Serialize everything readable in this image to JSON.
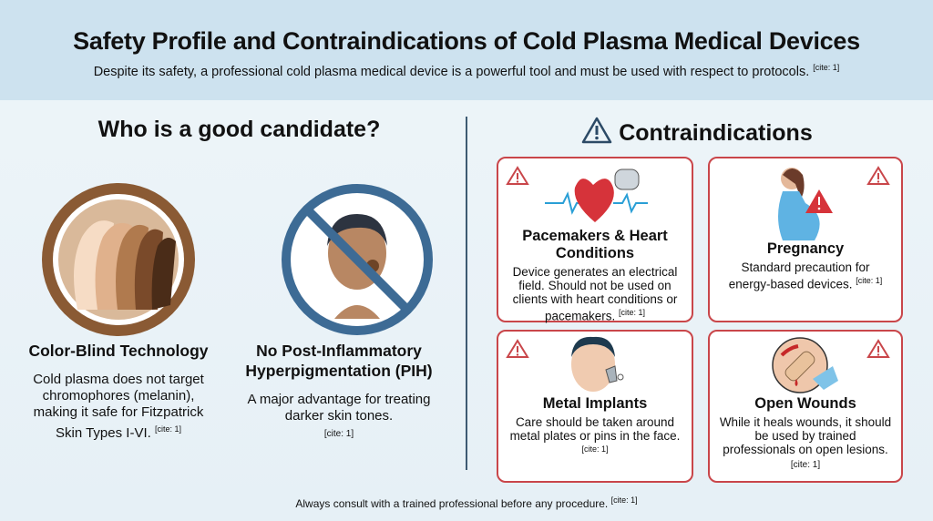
{
  "header": {
    "title": "Safety Profile and Contraindications of Cold Plasma Medical Devices",
    "subtitle": "Despite its safety, a professional cold plasma medical device is a powerful tool and must be used with respect to protocols.",
    "subtitle_cite": "[cite: 1]"
  },
  "candidates": {
    "heading": "Who is a good candidate?",
    "items": [
      {
        "title": "Color-Blind Technology",
        "text": "Cold plasma does not target chromophores (melanin), making it safe for Fitzpatrick Skin Types I-VI.",
        "cite": "[cite: 1]",
        "icon": "diverse-faces-icon"
      },
      {
        "title": "No Post-Inflammatory Hyperpigmentation (PIH)",
        "text": "A major advantage for treating darker skin tones.",
        "cite": "[cite: 1]",
        "icon": "no-pigmentation-icon"
      }
    ]
  },
  "contraindications": {
    "heading": "Contraindications",
    "icon": "warning-icon",
    "accent": "#c9464a",
    "cards": [
      {
        "title": "Pacemakers & Heart Conditions",
        "text": "Device generates an electrical field. Should not be used on clients with heart conditions or pacemakers.",
        "cite": "[cite: 1]",
        "icon": "heart-pacemaker-icon"
      },
      {
        "title": "Pregnancy",
        "text": "Standard precaution for energy-based devices.",
        "cite": "[cite: 1]",
        "icon": "pregnant-woman-icon"
      },
      {
        "title": "Metal Implants",
        "text": "Care should be taken around metal plates or pins in the face.",
        "cite": "[cite: 1]",
        "icon": "face-implant-icon"
      },
      {
        "title": "Open Wounds",
        "text": "While it heals wounds, it should be used by trained professionals on open lesions.",
        "cite": "[cite: 1]",
        "icon": "bandage-wound-icon"
      }
    ]
  },
  "footer": {
    "text": "Always consult with a trained professional before any procedure.",
    "cite": "[cite: 1]"
  }
}
